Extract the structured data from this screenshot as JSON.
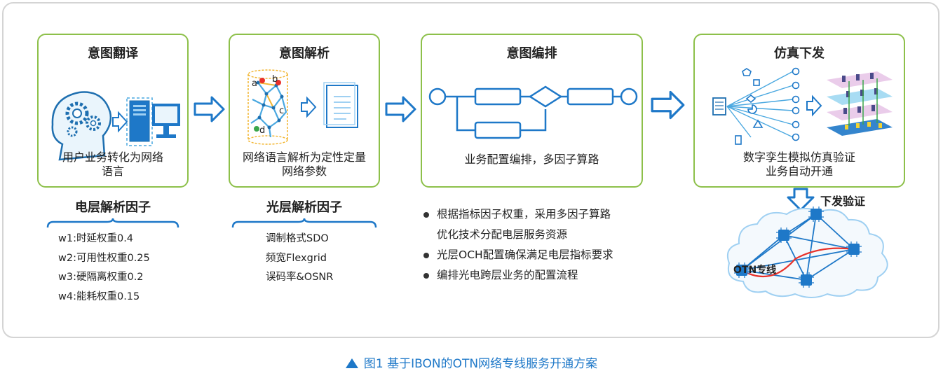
{
  "stages": [
    {
      "title": "意图翻译",
      "desc": [
        "用户业务转化为网络",
        "语言"
      ]
    },
    {
      "title": "意图解析",
      "desc": [
        "网络语言解析为定性定量",
        "网络参数"
      ]
    },
    {
      "title": "意图编排",
      "desc": [
        "业务配置编排，多因子算路"
      ]
    },
    {
      "title": "仿真下发",
      "desc": [
        "数字孪生模拟仿真验证",
        "业务自动开通"
      ]
    }
  ],
  "electric_factors": {
    "title": "电层解析因子",
    "items": [
      "w1:时延权重0.4",
      "w2:可用性权重0.25",
      "w3:硬隔离权重0.2",
      "w4:能耗权重0.15"
    ]
  },
  "optical_factors": {
    "title": "光层解析因子",
    "items": [
      "调制格式SDO",
      "频宽Flexgrid",
      "误码率&OSNR"
    ]
  },
  "orchestration_points": [
    "根据指标因子权重，采用多因子算路",
    "优化技术分配电层服务资源",
    "光层OCH配置确保满足电层指标要求",
    "编排光电跨层业务的配置流程"
  ],
  "graph_labels": {
    "a": "a",
    "b": "b",
    "c": "c",
    "d": "d"
  },
  "verify_label": "下发验证",
  "otn_label": "OTN专线",
  "caption": "图1  基于IBON的OTN网络专线服务开通方案",
  "colors": {
    "green_border": "#8dc04a",
    "blue": "#1e78c8",
    "light_blue": "#4aa8e0"
  }
}
